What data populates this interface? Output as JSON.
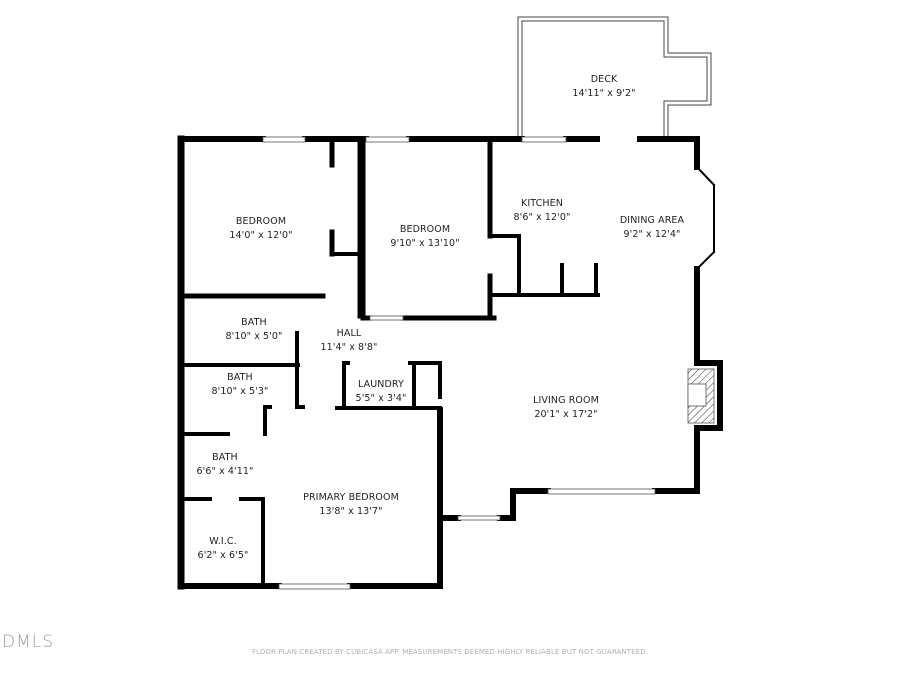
{
  "floor_plan": {
    "rooms": [
      {
        "id": "deck",
        "name": "DECK",
        "dims": "14'11\" x 9'2\""
      },
      {
        "id": "bedroom-1",
        "name": "BEDROOM",
        "dims": "14'0\" x 12'0\""
      },
      {
        "id": "bedroom-2",
        "name": "BEDROOM",
        "dims": "9'10\" x 13'10\""
      },
      {
        "id": "kitchen",
        "name": "KITCHEN",
        "dims": "8'6\" x 12'0\""
      },
      {
        "id": "dining-area",
        "name": "DINING AREA",
        "dims": "9'2\" x 12'4\""
      },
      {
        "id": "bath-1",
        "name": "BATH",
        "dims": "8'10\" x 5'0\""
      },
      {
        "id": "hall",
        "name": "HALL",
        "dims": "11'4\" x 8'8\""
      },
      {
        "id": "bath-2",
        "name": "BATH",
        "dims": "8'10\" x 5'3\""
      },
      {
        "id": "laundry",
        "name": "LAUNDRY",
        "dims": "5'5\" x 3'4\""
      },
      {
        "id": "living-room",
        "name": "LIVING ROOM",
        "dims": "20'1\" x 17'2\""
      },
      {
        "id": "bath-3",
        "name": "BATH",
        "dims": "6'6\" x 4'11\""
      },
      {
        "id": "primary-bedroom",
        "name": "PRIMARY BEDROOM",
        "dims": "13'8\" x 13'7\""
      },
      {
        "id": "wic",
        "name": "W.I.C.",
        "dims": "6'2\" x 6'5\""
      }
    ],
    "footer_note": "FLOOR PLAN CREATED BY CUBICASA APP. MEASUREMENTS DEEMED HIGHLY RELIABLE BUT NOT GUARANTEED.",
    "logo_text": "DMLS",
    "colors": {
      "wall": "#000000",
      "background": "#ffffff",
      "text": "#222222",
      "footer": "#b0b0b0"
    }
  }
}
